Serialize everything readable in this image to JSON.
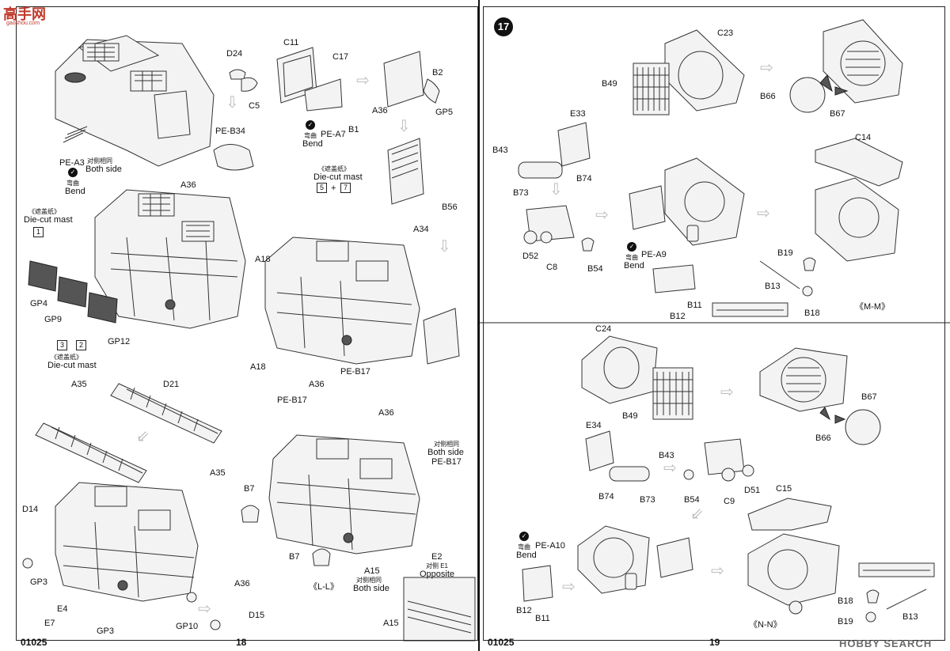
{
  "watermark_top": {
    "cn": "高手网",
    "site": "gaoshou.com"
  },
  "watermark_bottom": "HOBBY SEARCH",
  "left_page": {
    "code": "01025",
    "page_number": "18",
    "labels": {
      "D24": "D24",
      "C5": "C5",
      "PE_B34": "PE-B34",
      "PE_A3": "PE-A3",
      "both_side_cn": "对侧相同",
      "both_side": "Both side",
      "bend_cn": "弯曲",
      "bend": "Bend",
      "A36": "A36",
      "C11": "C11",
      "C17": "C17",
      "B2": "B2",
      "GP5": "GP5",
      "B1": "B1",
      "PE_A7": "PE-A7",
      "A36_b": "A36",
      "mast_cn": "《遮盖纸》",
      "mast": "Die-cut mast",
      "box5": "5",
      "plus": "+",
      "box7": "7",
      "B56": "B56",
      "A34": "A34",
      "mast_cn2": "《遮盖纸》",
      "mast2": "Die-cut mast",
      "box1": "1",
      "GP4": "GP4",
      "GP9": "GP9",
      "GP12": "GP12",
      "box3": "3",
      "box2": "2",
      "mast_cn3": "《遮盖纸》",
      "mast3": "Die-cut mast",
      "A18_top": "A18",
      "A18_bot": "A18",
      "A35_top": "A35",
      "D21": "D21",
      "A35_right": "A35",
      "PE_B17": "PE-B17",
      "A36_c": "A36",
      "PE_B17_b": "PE-B17",
      "A36_d": "A36",
      "both_side_cn2": "对侧相同",
      "both_side2": "Both side",
      "PE_B17_c": "PE-B17",
      "B7_top": "B7",
      "B7_bot": "B7",
      "LL": "《L-L》",
      "A15": "A15",
      "both_side_cn3": "对侧相同",
      "both_side3": "Both side",
      "E2": "E2",
      "E1_cn": "对侧 E1",
      "opposite": "Opposite",
      "D14": "D14",
      "GP3": "GP3",
      "A36_e": "A36",
      "E4": "E4",
      "E7": "E7",
      "GP3_b": "GP3",
      "GP10": "GP10",
      "D15": "D15",
      "A15_b": "A15"
    }
  },
  "right_page": {
    "step": "17",
    "code": "01025",
    "page_number": "19",
    "labels": {
      "C23": "C23",
      "B49": "B49",
      "B66": "B66",
      "B67": "B67",
      "E33": "E33",
      "B43": "B43",
      "B74": "B74",
      "B73": "B73",
      "C14": "C14",
      "D52": "D52",
      "C8": "C8",
      "B54": "B54",
      "bend_cn": "弯曲",
      "bend": "Bend",
      "PE_A9": "PE-A9",
      "B11": "B11",
      "B12": "B12",
      "B19": "B19",
      "B13": "B13",
      "B18": "B18",
      "MM": "《M-M》",
      "C24": "C24",
      "B49_b": "B49",
      "B67_b": "B67",
      "B66_b": "B66",
      "E34": "E34",
      "B43_b": "B43",
      "B74_b": "B74",
      "B73_b": "B73",
      "B54_b": "B54",
      "C9": "C9",
      "D51": "D51",
      "C15": "C15",
      "bend_cn2": "弯曲",
      "bend2": "Bend",
      "PE_A10": "PE-A10",
      "B12_b": "B12",
      "B11_b": "B11",
      "B18_b": "B18",
      "B19_b": "B19",
      "B13_b": "B13",
      "NN": "《N-N》"
    }
  }
}
